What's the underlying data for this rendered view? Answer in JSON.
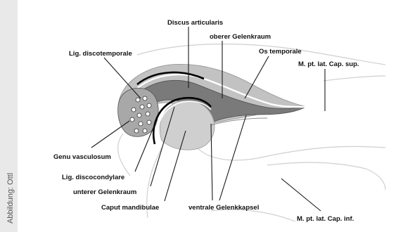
{
  "credit": "Abbildung: Ottl",
  "labels": {
    "discus_articularis": "Discus articularis",
    "oberer_gelenkraum": "oberer Gelenkraum",
    "os_temporale": "Os temporale",
    "lig_discotemporale": "Lig. discotemporale",
    "m_pt_lat_cap_sup": "M. pt. lat. Cap. sup.",
    "genu_vasculosum": "Genu vasculosum",
    "lig_discocondylare": "Lig. discocondylare",
    "unterer_gelenkraum": "unterer Gelenkraum",
    "caput_mandibulae": "Caput mandibulae",
    "ventrale_gelenkkapsel": "ventrale Gelenkkapsel",
    "m_pt_lat_cap_inf": "M. pt. lat. Cap. inf."
  }
}
